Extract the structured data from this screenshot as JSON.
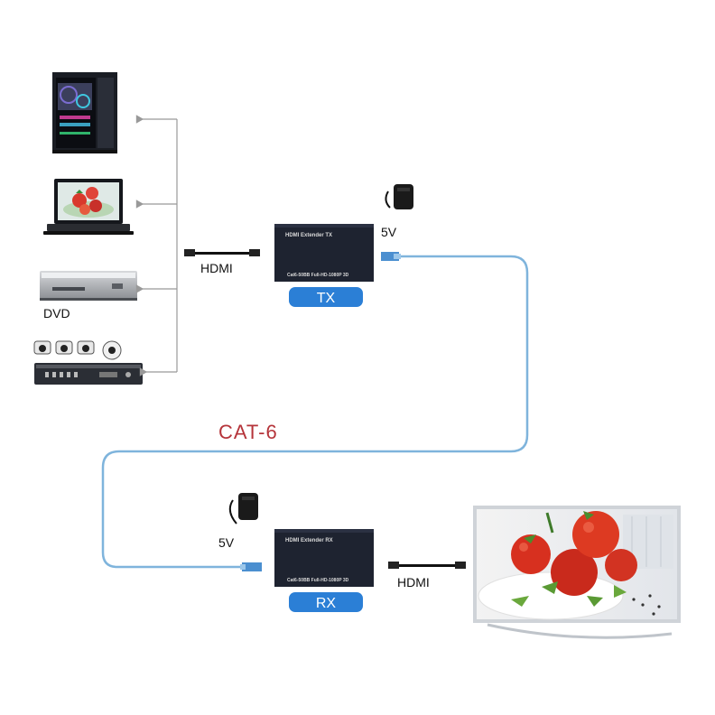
{
  "labels": {
    "hdmi_left": "HDMI",
    "hdmi_right": "HDMI",
    "dvd": "DVD",
    "cable": "CAT-6",
    "power_top": "5V",
    "power_bottom": "5V"
  },
  "tx": {
    "title": "HDMI Extender TX",
    "spec": "Cat6-50BB Full-HD-1080P 3D",
    "badge": "TX"
  },
  "rx": {
    "title": "HDMI Extender RX",
    "spec": "Cat6-50BB Full-HD-1080P 3D",
    "badge": "RX"
  },
  "colors": {
    "cable": "#7fb4dc",
    "badge": "#2b7fd6",
    "cat_text": "#b5343a",
    "box": "#1e2330"
  }
}
